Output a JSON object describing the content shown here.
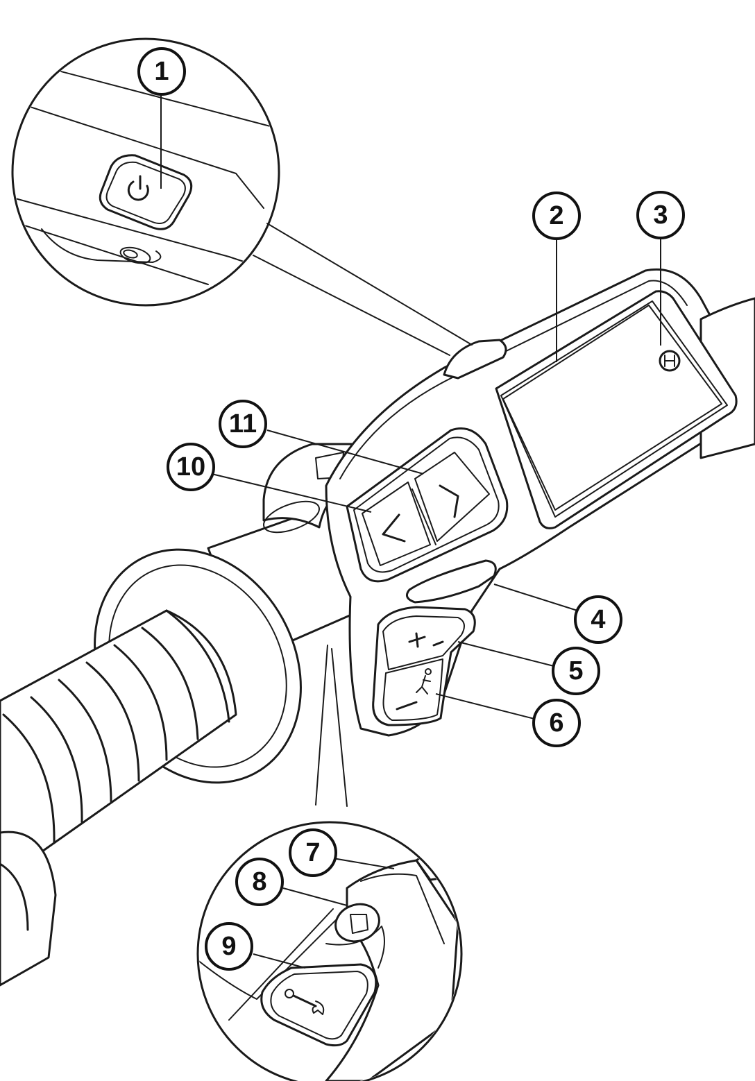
{
  "callouts": [
    {
      "id": "1",
      "label": "1"
    },
    {
      "id": "2",
      "label": "2"
    },
    {
      "id": "3",
      "label": "3"
    },
    {
      "id": "4",
      "label": "4"
    },
    {
      "id": "5",
      "label": "5"
    },
    {
      "id": "6",
      "label": "6"
    },
    {
      "id": "7",
      "label": "7"
    },
    {
      "id": "8",
      "label": "8"
    },
    {
      "id": "9",
      "label": "9"
    },
    {
      "id": "10",
      "label": "10"
    },
    {
      "id": "11",
      "label": "11"
    }
  ],
  "icons": {
    "power": "power-icon",
    "left_arrow": "chevron-left-icon",
    "right_arrow": "chevron-right-icon",
    "bosch_logo": "bosch-logo-icon",
    "walk_assist": "walk-assist-icon",
    "plus": "plus-icon",
    "minus": "minus-icon",
    "wrench": "wrench-icon"
  },
  "colors": {
    "line": "#1a1a1a",
    "background": "#ffffff"
  }
}
